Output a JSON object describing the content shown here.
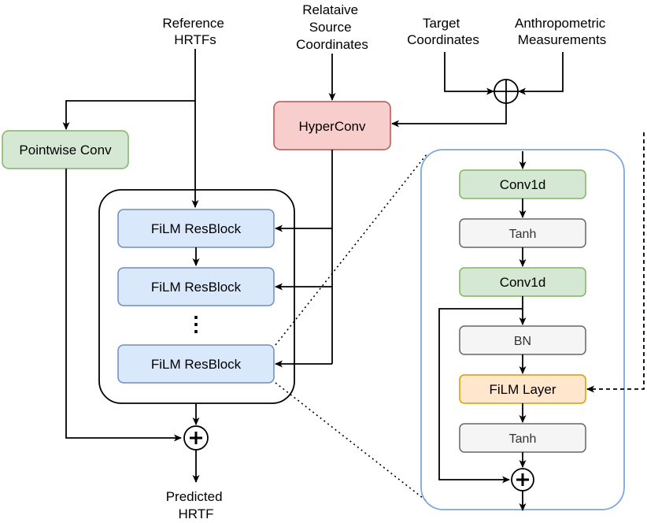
{
  "inputs": {
    "reference_hrtfs": [
      "Reference",
      "HRTFs"
    ],
    "relative_source_coordinates": [
      "Relataive",
      "Source",
      "Coordinates"
    ],
    "target_coordinates": [
      "Target",
      "Coordinates"
    ],
    "anthropometric_measurements": [
      "Anthropometric",
      "Measurements"
    ]
  },
  "blocks": {
    "hyperconv": "HyperConv",
    "pointwise_conv": "Pointwise Conv",
    "film_resblock_1": "FiLM ResBlock",
    "film_resblock_2": "FiLM ResBlock",
    "film_resblock_last": "FiLM ResBlock",
    "ellipsis": "⋮"
  },
  "output": {
    "predicted_hrtf": [
      "Predicted",
      "HRTF"
    ]
  },
  "detail": {
    "conv1d_1": "Conv1d",
    "tanh_1": "Tanh",
    "conv1d_2": "Conv1d",
    "bn": "BN",
    "film_layer": "FiLM Layer",
    "tanh_2": "Tanh"
  },
  "colors": {
    "hyperconv_fill": "#f8cecc",
    "hyperconv_stroke": "#b85450",
    "green_fill": "#d5e8d4",
    "green_stroke": "#82b366",
    "blue_fill": "#dae8fc",
    "blue_stroke": "#6c8ebf",
    "gray_fill": "#f5f5f5",
    "gray_stroke": "#666666",
    "orange_fill": "#ffe6cc",
    "orange_stroke": "#d79b00",
    "detail_border": "#7ea6e0"
  },
  "icons": {
    "concat": "circle-plus-icon",
    "sum": "bold-plus-icon"
  }
}
